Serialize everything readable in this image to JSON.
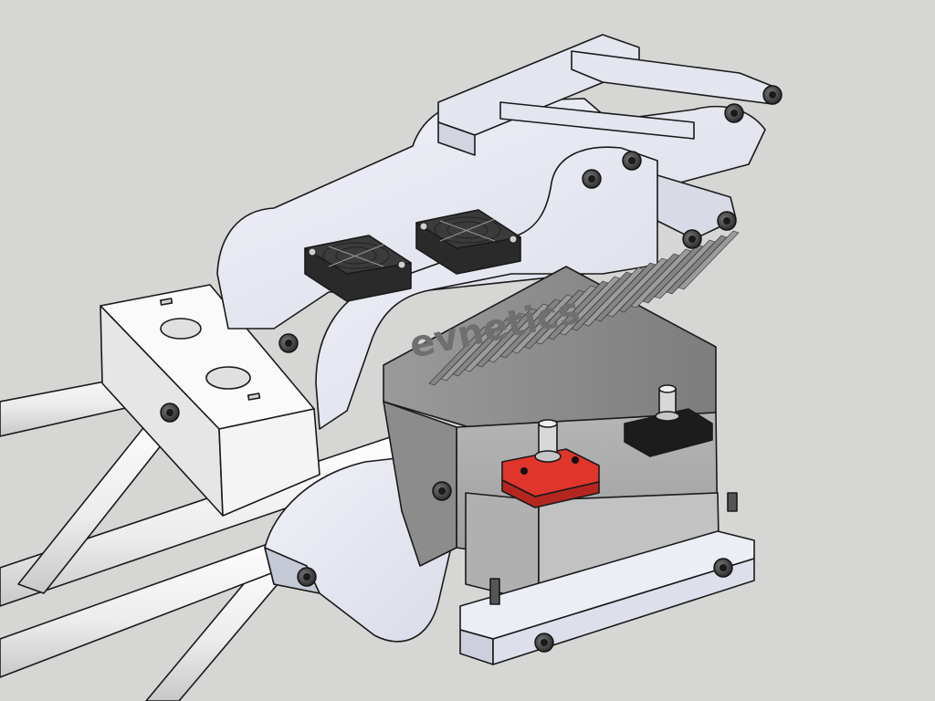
{
  "scene": {
    "background_color": "#d6d6d4",
    "objects": [
      "tubular-chassis-frame",
      "aluminum-motor-mount-plates",
      "motor-controller-unit",
      "cooling-fan-left",
      "cooling-fan-right",
      "positive-terminal-red",
      "negative-terminal-black",
      "socket-head-bolts"
    ]
  },
  "logo": {
    "text": "evnetics",
    "color": "#7a7a7a"
  },
  "colors": {
    "tube": "#f2f2f2",
    "plate": "#e6e8f2",
    "plate_shadow": "#b9bdcc",
    "controller_top": "#8e8e8e",
    "controller_side": "#a9a9a9",
    "terminal_positive": "#e0352b",
    "terminal_negative": "#1c1c1c",
    "fan": "#2a2a2a",
    "bolt": "#555555"
  }
}
